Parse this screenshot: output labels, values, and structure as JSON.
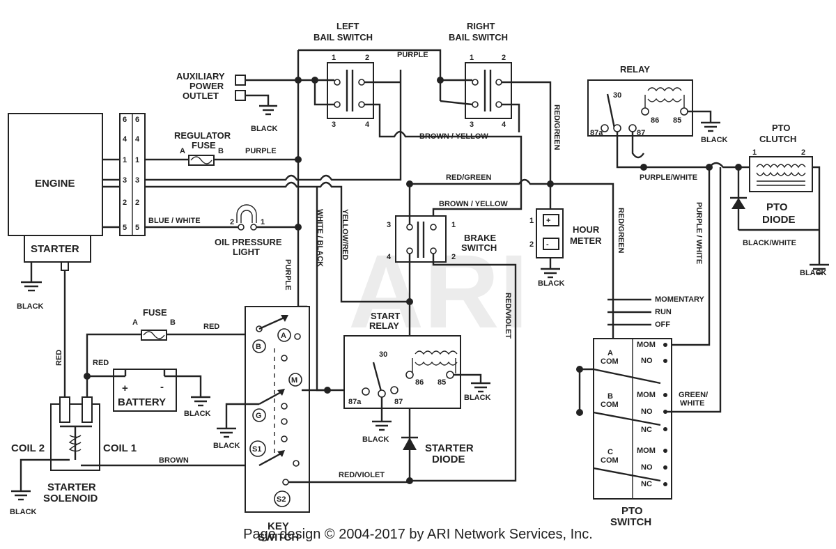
{
  "components": {
    "engine": "ENGINE",
    "starter": "STARTER",
    "left_bail_line1": "LEFT",
    "left_bail_line2": "BAIL SWITCH",
    "right_bail_line1": "RIGHT",
    "right_bail_line2": "BAIL SWITCH",
    "relay": "RELAY",
    "pto_clutch_line1": "PTO",
    "pto_clutch_line2": "CLUTCH",
    "pto_diode_line1": "PTO",
    "pto_diode_line2": "DIODE",
    "aux_line1": "AUXILIARY",
    "aux_line2": "POWER",
    "aux_line3": "OUTLET",
    "reg_fuse_line1": "REGULATOR",
    "reg_fuse_line2": "FUSE",
    "oil_line1": "OIL PRESSURE",
    "oil_line2": "LIGHT",
    "brake_line1": "BRAKE",
    "brake_line2": "SWITCH",
    "hour_line1": "HOUR",
    "hour_line2": "METER",
    "fuse": "FUSE",
    "battery": "BATTERY",
    "start_relay_line1": "START",
    "start_relay_line2": "RELAY",
    "starter_diode_line1": "STARTER",
    "starter_diode_line2": "DIODE",
    "coil2": "COIL 2",
    "coil1": "COIL 1",
    "solenoid_line1": "STARTER",
    "solenoid_line2": "SOLENOID",
    "key_line1": "KEY",
    "key_line2": "SWITCH",
    "pto_switch_line1": "PTO",
    "pto_switch_line2": "SWITCH"
  },
  "wires": {
    "purple": "PURPLE",
    "brown_yellow": "BROWN / YELLOW",
    "red_green": "RED/GREEN",
    "purple_white": "PURPLE/WHITE",
    "purple_white_v": "PURPLE / WHITE",
    "blue_white": "BLUE / WHITE",
    "white_black": "WHITE / BLACK",
    "yellow_red": "YELLOW/RED",
    "red": "RED",
    "red_violet": "RED/VIOLET",
    "brown": "BROWN",
    "black": "BLACK",
    "black_white": "BLACK/WHITE",
    "green_white_1": "GREEN/",
    "green_white_2": "WHITE"
  },
  "terminals": {
    "fuse_a": "A",
    "fuse_b": "B",
    "t1": "1",
    "t2": "2",
    "t3": "3",
    "t4": "4",
    "t5": "5",
    "t6": "6",
    "r30": "30",
    "r87a": "87a",
    "r87": "87",
    "r86": "86",
    "r85": "85",
    "plus": "+",
    "minus": "-",
    "key_a": "A",
    "key_b": "B",
    "key_m": "M",
    "key_g": "G",
    "key_s1": "S1",
    "key_s2": "S2"
  },
  "pto_switch": {
    "momentary": "MOMENTARY",
    "run": "RUN",
    "off": "OFF",
    "a": "A",
    "b": "B",
    "c": "C",
    "com": "COM",
    "mom": "MOM",
    "no": "NO",
    "nc": "NC"
  },
  "watermark": "ARI",
  "footer": "Page design © 2004-2017 by ARI Network Services, Inc."
}
